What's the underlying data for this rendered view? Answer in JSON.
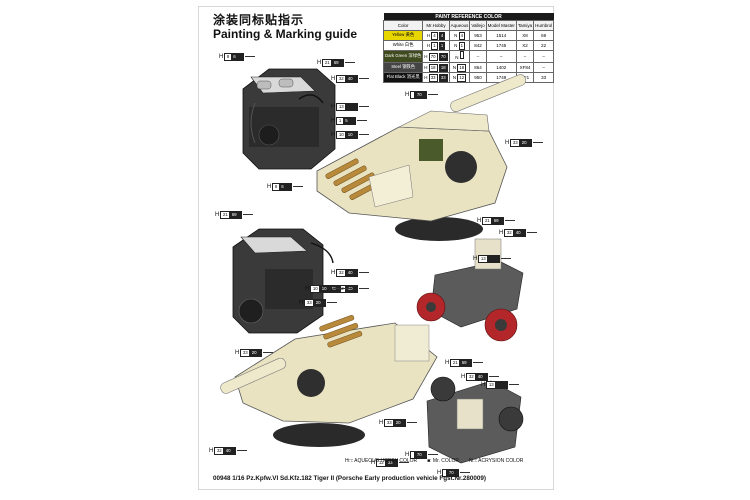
{
  "header": {
    "title_cn": "涂装同标贴指示",
    "title_en": "Painting & Marking guide"
  },
  "paint_table": {
    "caption": "PAINT REFERENCE COLOR",
    "columns": [
      "Color",
      "Mr.Hobby",
      "Aqueous",
      "Vallejo",
      "Model Master",
      "Tamiya",
      "Humbrol"
    ],
    "rows": [
      {
        "color": "Yellow 黄色",
        "swatch": "#e8d600",
        "text_color": "#000000",
        "h": "4",
        "n": "4",
        "vallejo": "953",
        "model_master": "1514",
        "tamiya": "X8",
        "humbrol": "69"
      },
      {
        "color": "White 白色",
        "swatch": "#ffffff",
        "text_color": "#000000",
        "h": "1",
        "n": "1",
        "vallejo": "842",
        "model_master": "1745",
        "tamiya": "X2",
        "humbrol": "22"
      },
      {
        "color": "Dark Green 深绿色",
        "swatch": "#3f4a1e",
        "text_color": "#ffffff",
        "h": "70",
        "n": "",
        "vallejo": "–",
        "model_master": "–",
        "tamiya": "–",
        "humbrol": "–"
      },
      {
        "color": "Steel 钢铁色",
        "swatch": "#444444",
        "text_color": "#ffffff",
        "h": "18",
        "n": "18",
        "vallejo": "864",
        "model_master": "1402",
        "tamiya": "XF84",
        "humbrol": "–"
      },
      {
        "color": "Flat Black 消光黑",
        "swatch": "#111111",
        "text_color": "#ffffff",
        "h": "33",
        "n": "12",
        "vallejo": "950",
        "model_master": "1749",
        "tamiya": "XF1",
        "humbrol": "33"
      }
    ]
  },
  "callouts": [
    {
      "pfx": "H",
      "a": "8",
      "b": "6"
    },
    {
      "pfx": "H",
      "a": "21",
      "b": "69"
    },
    {
      "pfx": "H",
      "a": "32",
      "b": "40"
    },
    {
      "pfx": "H",
      "a": "13",
      "b": ""
    },
    {
      "pfx": "H",
      "a": "1",
      "b": "5"
    },
    {
      "pfx": "H",
      "a": "10",
      "b": "10"
    },
    {
      "pfx": "H",
      "a": "",
      "b": "70"
    },
    {
      "pfx": "H",
      "a": "33",
      "b": "20"
    },
    {
      "pfx": "H",
      "a": "8",
      "b": "6"
    },
    {
      "pfx": "H",
      "a": "21",
      "b": "69"
    },
    {
      "pfx": "H",
      "a": "32",
      "b": "40"
    },
    {
      "pfx": "H",
      "a": "32",
      "b": "40"
    },
    {
      "pfx": "H",
      "a": "",
      "b": "70"
    },
    {
      "pfx": "H",
      "a": "21",
      "b": "69"
    },
    {
      "pfx": "H",
      "a": "32",
      "b": "40"
    },
    {
      "pfx": "H",
      "a": "13",
      "b": ""
    },
    {
      "pfx": "H",
      "a": "10",
      "b": "10"
    },
    {
      "pfx": "H",
      "a": "33",
      "b": "20"
    },
    {
      "pfx": "H",
      "a": "33",
      "b": "20"
    },
    {
      "pfx": "H",
      "a": "21",
      "b": "69"
    },
    {
      "pfx": "H",
      "a": "32",
      "b": "40"
    },
    {
      "pfx": "H",
      "a": "13",
      "b": ""
    },
    {
      "pfx": "H",
      "a": "",
      "b": "70"
    },
    {
      "pfx": "H",
      "a": "33",
      "b": "20"
    },
    {
      "pfx": "H",
      "a": "32",
      "b": "40"
    },
    {
      "pfx": "H",
      "a": "12",
      "b": "33"
    },
    {
      "pfx": "H",
      "a": "",
      "b": "70"
    }
  ],
  "legend": {
    "h": "H□: AQUEOUS HOBBY COLOR",
    "m": "■: Mr. COLOR",
    "n": "N□: ACRYSION COLOR"
  },
  "footer": "00948 1/16  Pz.Kpfw.VI Sd.Kfz.182 Tiger II (Porsche Early production vehicle Fgst.Nr.280009)",
  "colors": {
    "hull_cream": "#e9e3c2",
    "engine_dark": "#3a3a3a",
    "shell_brass": "#b8893a",
    "wheel_red": "#b3262a"
  }
}
